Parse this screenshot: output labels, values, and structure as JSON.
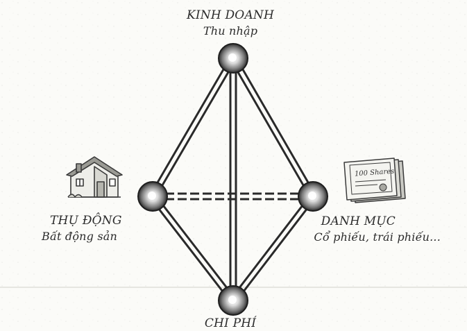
{
  "nodes": {
    "top": {
      "title": "KINH DOANH",
      "subtitle": "Thu nhập"
    },
    "left": {
      "title": "THỤ ĐỘNG",
      "subtitle": "Bất động sản"
    },
    "right": {
      "title": "DANH MỤC",
      "subtitle": "Cổ phiếu, trái phiếu..."
    },
    "bottom": {
      "title": "CHI PHÍ",
      "subtitle": ""
    }
  },
  "edges": [
    {
      "from": "top",
      "to": "left"
    },
    {
      "from": "top",
      "to": "right"
    },
    {
      "from": "top",
      "to": "bottom"
    },
    {
      "from": "left",
      "to": "bottom"
    },
    {
      "from": "right",
      "to": "bottom"
    },
    {
      "from": "left",
      "to": "right",
      "style": "dashed"
    }
  ],
  "icons": {
    "left": "house-icon",
    "right": "stock-certificates-icon",
    "right_icon_text": "100 Shares"
  },
  "colors": {
    "line": "#2a2a2a",
    "background": "#fbfbf8"
  }
}
